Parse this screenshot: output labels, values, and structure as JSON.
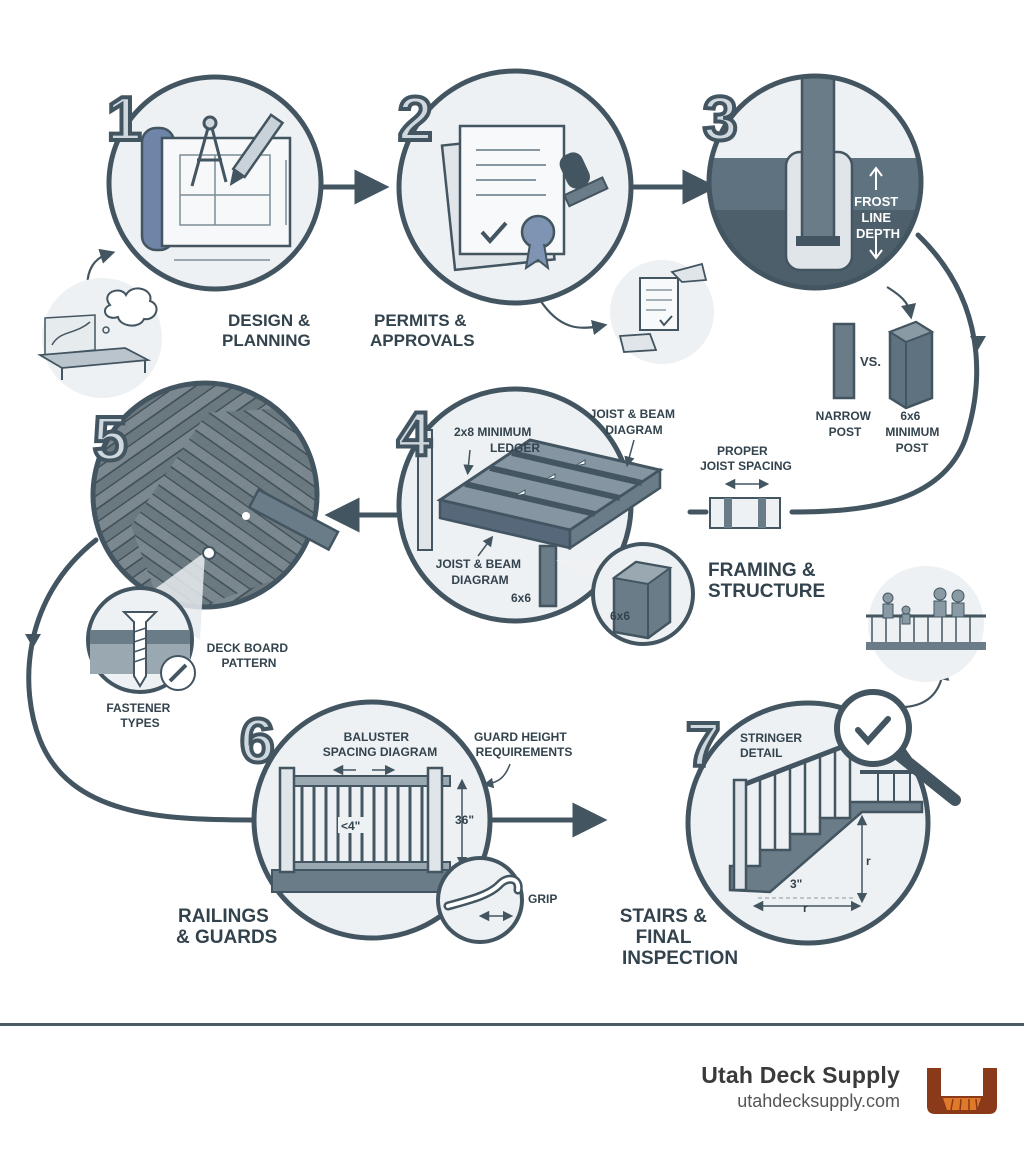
{
  "steps": [
    {
      "number": "1",
      "label": [
        "DESIGN &",
        "PLANNING"
      ]
    },
    {
      "number": "2",
      "label": [
        "PERMITS &",
        "APPROVALS"
      ]
    },
    {
      "number": "3",
      "label": [
        "FROST",
        "LINE",
        "DEPTH"
      ]
    },
    {
      "number": "4",
      "label": [
        "FRAMING &",
        "STRUCTURE"
      ]
    },
    {
      "number": "5",
      "label": [
        "DECK BOARD",
        "PATTERN"
      ]
    },
    {
      "number": "6",
      "label": [
        "RAILINGS",
        "& GUARDS"
      ]
    },
    {
      "number": "7",
      "label": [
        "STAIRS &",
        "FINAL",
        "INSPECTION"
      ]
    }
  ],
  "callouts": {
    "post_compare_vs": "VS.",
    "narrow_post": [
      "NARROW",
      "POST"
    ],
    "min_post": [
      "6x6",
      "MINIMUM",
      "POST"
    ],
    "ledger": [
      "2x8 MINIMUM",
      "LEDGER"
    ],
    "joist_beam_top": [
      "JOIST & BEAM",
      "DIAGRAM"
    ],
    "joist_beam_bottom": [
      "JOIST & BEAM",
      "DIAGRAM"
    ],
    "proper_spacing": [
      "PROPER",
      "JOIST SPACING"
    ],
    "post_6x6_a": "6x6",
    "post_6x6_b": "6x6",
    "fastener": [
      "FASTENER",
      "TYPES"
    ],
    "baluster": [
      "BALUSTER",
      "SPACING DIAGRAM"
    ],
    "baluster_gap": "<4\"",
    "guard_height": [
      "GUARD HEIGHT",
      "REQUIREMENTS"
    ],
    "rail_height": "36\"",
    "grip": "GRIP",
    "stringer": [
      "STRINGER",
      "DETAIL"
    ],
    "riser_symbol": "r",
    "tread_symbol": "r",
    "nosing": "3\""
  },
  "brand": {
    "name": "Utah Deck Supply",
    "url": "utahdecksupply.com"
  },
  "colors": {
    "ink": "#435561",
    "accent": "#6e85a8",
    "light": "#e6ebee",
    "logo_brown": "#8a3a18",
    "logo_orange": "#e07a2a"
  }
}
